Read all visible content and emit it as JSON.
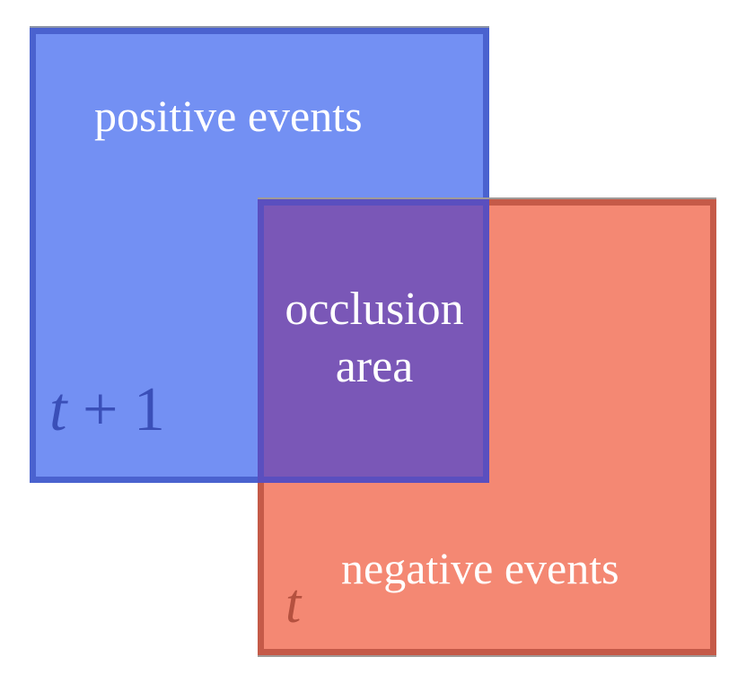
{
  "boxes": {
    "positive": {
      "label": "positive events",
      "time_label_var": "t",
      "time_label_rest": " + 1",
      "fill": "#7390f3",
      "border": "#4a62cf"
    },
    "negative": {
      "label": "negative events",
      "time_label": "t",
      "fill": "#f48873",
      "border": "#c55a48"
    },
    "overlap": {
      "label_line1": "occlusion",
      "label_line2": "area",
      "fill": "#7a57b7",
      "border": "#5a4fbf"
    }
  }
}
